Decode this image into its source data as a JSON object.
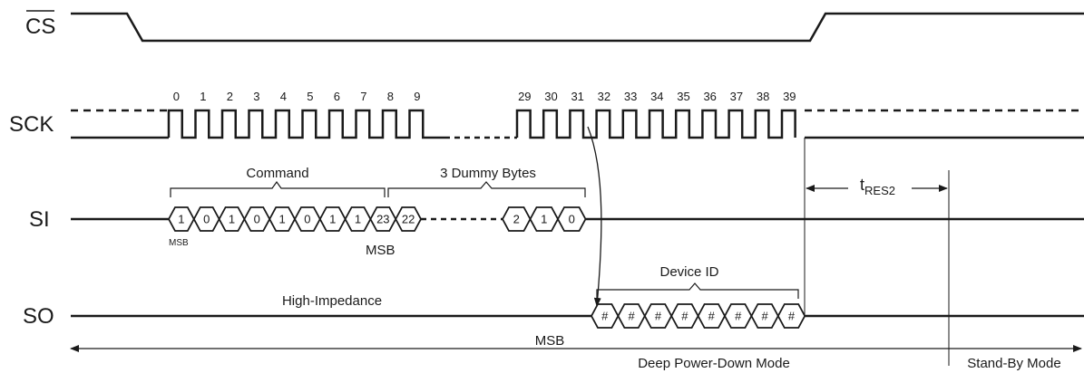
{
  "signals": {
    "cs": "CS",
    "sck": "SCK",
    "si": "SI",
    "so": "SO"
  },
  "clock_numbers_a": [
    "0",
    "1",
    "2",
    "3",
    "4",
    "5",
    "6",
    "7",
    "8",
    "9"
  ],
  "clock_numbers_b": [
    "29",
    "30",
    "31",
    "32",
    "33",
    "34",
    "35",
    "36",
    "37",
    "38",
    "39"
  ],
  "labels": {
    "command": "Command",
    "dummy": "3 Dummy Bytes",
    "device_id": "Device ID",
    "high_z": "High-Impedance",
    "msb_small": "MSB",
    "msb_si": "MSB",
    "msb_so": "MSB",
    "tres_main": "t",
    "tres_sub": "RES2",
    "deep_power_down": "Deep Power-Down Mode",
    "standby": "Stand-By Mode"
  },
  "si_bits": [
    "1",
    "0",
    "1",
    "0",
    "1",
    "0",
    "1",
    "1",
    "23",
    "22"
  ],
  "si_tail_bits": [
    "2",
    "1",
    "0"
  ],
  "so_bits": [
    "#",
    "#",
    "#",
    "#",
    "#",
    "#",
    "#",
    "#"
  ]
}
